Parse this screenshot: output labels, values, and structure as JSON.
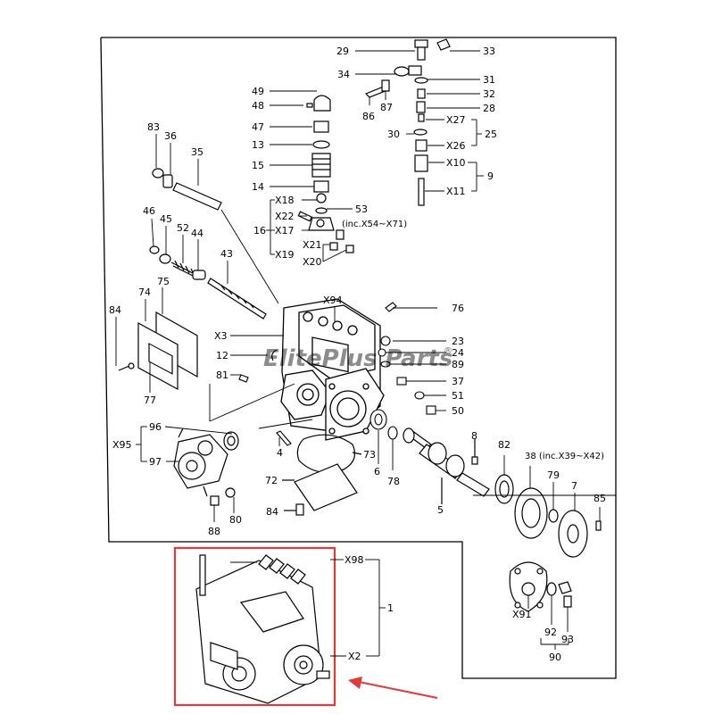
{
  "watermark": {
    "text": "ElitePlus Parts",
    "color": "#2a6fd6",
    "trademark": "®"
  },
  "highlight": {
    "box_color": "#e03a3a",
    "arrow_color": "#e03a3a"
  },
  "callouts": {
    "c29": "29",
    "c33": "33",
    "c34": "34",
    "c31": "31",
    "c32": "32",
    "c28": "28",
    "c86": "86",
    "c87": "87",
    "cx27": "X27",
    "c30": "30",
    "cx26": "X26",
    "c25": "25",
    "cx10": "X10",
    "c9": "9",
    "cx11": "X11",
    "c49": "49",
    "c48": "48",
    "c47": "47",
    "c13": "13",
    "c15": "15",
    "c14": "14",
    "cx18": "X18",
    "c53": "53",
    "c53note": "(inc.X54~X71)",
    "cx22": "X22",
    "c16": "16",
    "cx17": "X17",
    "cx21": "X21",
    "cx19": "X19",
    "cx20": "X20",
    "c83": "83",
    "c36": "36",
    "c35": "35",
    "c46": "46",
    "c45": "45",
    "c52": "52",
    "c44": "44",
    "c43": "43",
    "c74": "74",
    "c75": "75",
    "c84a": "84",
    "c77": "77",
    "cx94": "X94",
    "c76": "76",
    "cx3": "X3",
    "c12": "12",
    "c23": "23",
    "c24": "24",
    "c89": "89",
    "c81": "81",
    "c37": "37",
    "c51": "51",
    "c50": "50",
    "c96": "96",
    "cx95": "X95",
    "c97": "97",
    "c4": "4",
    "c73": "73",
    "c6": "6",
    "c78": "78",
    "c8": "8",
    "c82": "82",
    "c38": "38 (inc.X39~X42)",
    "c79": "79",
    "c7": "7",
    "c85": "85",
    "c72": "72",
    "c5": "5",
    "c84b": "84",
    "c80": "80",
    "c88": "88",
    "cx98": "X98",
    "c1": "1",
    "cx2": "X2",
    "cx91": "X91",
    "c92": "92",
    "c93": "93",
    "c90": "90"
  }
}
